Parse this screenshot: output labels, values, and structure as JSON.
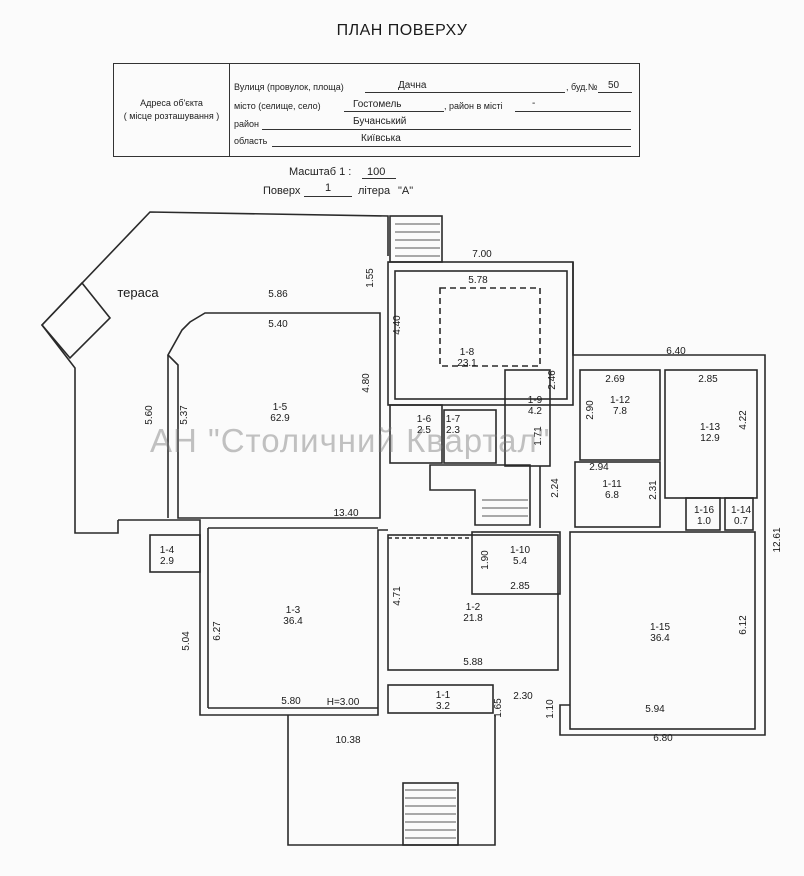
{
  "header": {
    "title": "ПЛАН ПОВЕРХУ",
    "address_label": [
      "Адреса об'єкта",
      "( місце розташування )"
    ],
    "street_label": "Вулиця (провулок, площа)",
    "street_value": "Дачна",
    "house_label": ", буд.№",
    "house_value": "50",
    "city_label": "місто (селище, село)",
    "city_value": "Гостомель",
    "city_district_label": ", район в місті",
    "city_district_value": "-",
    "district_label": "район",
    "district_value": "Бучанський",
    "region_label": "область",
    "region_value": "Київська",
    "scale_label": "Масштаб  1 :",
    "scale_value": "100",
    "floor_label": "Поверх",
    "floor_value": "1",
    "letter_label": "літера",
    "letter_value": "\"А\""
  },
  "watermark": "АН \"Столичний Квартал\"",
  "terrace_label": "тераса",
  "height_label": "Н=3.00",
  "rooms": [
    {
      "id": "1-1",
      "area": "3.2"
    },
    {
      "id": "1-2",
      "area": "21.8"
    },
    {
      "id": "1-3",
      "area": "36.4"
    },
    {
      "id": "1-4",
      "area": "2.9"
    },
    {
      "id": "1-5",
      "area": "62.9"
    },
    {
      "id": "1-6",
      "area": "2.5"
    },
    {
      "id": "1-7",
      "area": "2.3"
    },
    {
      "id": "1-8",
      "area": "23.1"
    },
    {
      "id": "1-9",
      "area": "4.2"
    },
    {
      "id": "1-10",
      "area": "5.4"
    },
    {
      "id": "1-11",
      "area": "6.8"
    },
    {
      "id": "1-12",
      "area": "7.8"
    },
    {
      "id": "1-13",
      "area": "12.9"
    },
    {
      "id": "1-14",
      "area": "0.7"
    },
    {
      "id": "1-15",
      "area": "36.4"
    },
    {
      "id": "1-16",
      "area": "1.0"
    }
  ],
  "dimensions": [
    "7.00",
    "5.78",
    "4.40",
    "1.55",
    "5.86",
    "5.40",
    "4.80",
    "5.60",
    "5.37",
    "13.40",
    "2.46",
    "2.90",
    "2.69",
    "6.40",
    "2.85",
    "4.22",
    "2.94",
    "2.31",
    "2.24",
    "1.90",
    "2.85",
    "4.71",
    "5.04",
    "6.27",
    "5.80",
    "5.88",
    "2.30",
    "1.65",
    "1.10",
    "10.38",
    "6.12",
    "12.61",
    "5.94",
    "6.80",
    "1.71"
  ]
}
